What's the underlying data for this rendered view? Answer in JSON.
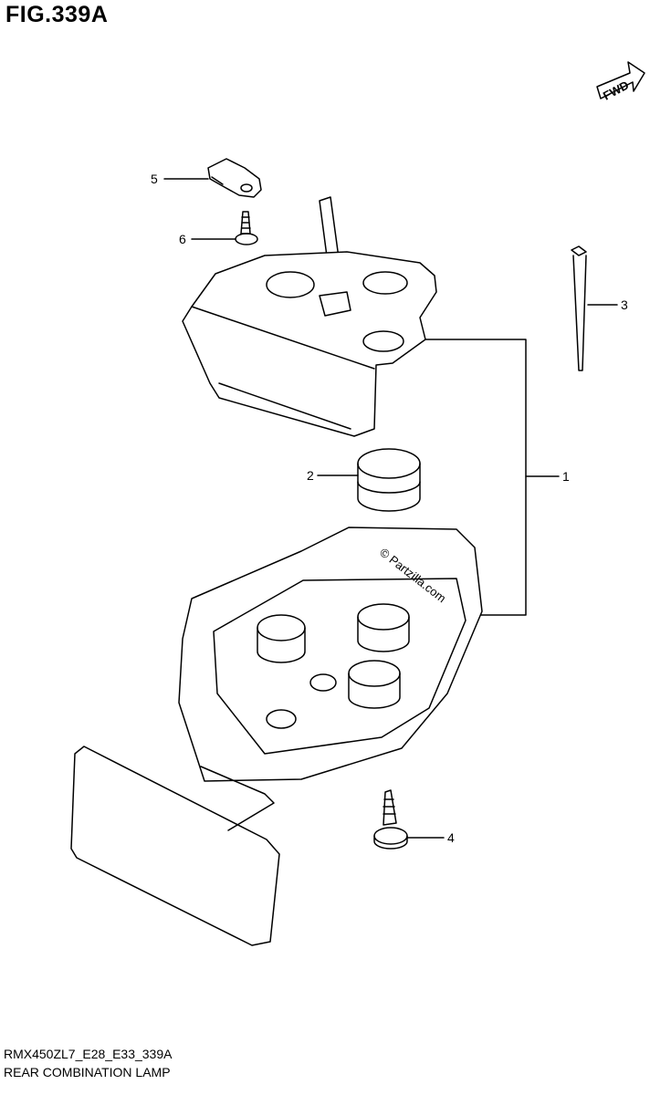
{
  "figure": {
    "title": "FIG.339A"
  },
  "fwd_badge": {
    "label": "FWD"
  },
  "callouts": [
    "1",
    "2",
    "3",
    "4",
    "5",
    "6"
  ],
  "watermark": "© Partzilla.com",
  "footer": {
    "code": "RMX450ZL7_E28_E33_339A",
    "title": "REAR COMBINATION LAMP"
  }
}
